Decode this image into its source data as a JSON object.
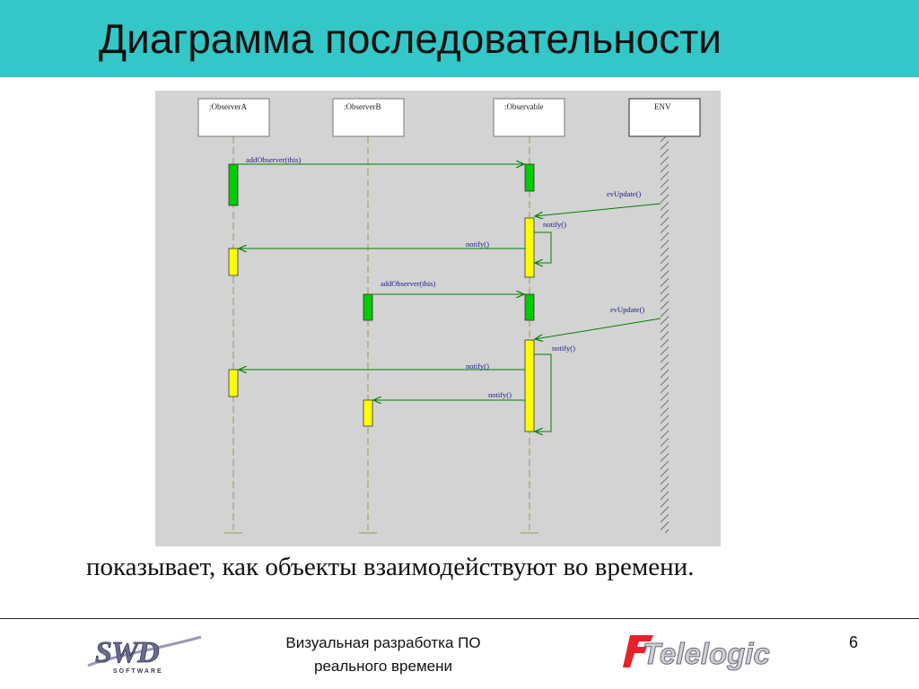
{
  "slide": {
    "title": "Диаграмма последовательности",
    "caption": "показывает, как объекты взаимодействуют во времени.",
    "footer_text": "Визуальная разработка ПО реального времени",
    "page_number": "6",
    "logo_left_text": "SWD",
    "logo_left_subtext": "SOFTWARE",
    "logo_right_text": "Telelogic"
  },
  "diagram": {
    "lifelines": [
      {
        "label": ":ObserverA"
      },
      {
        "label": ":ObserverB"
      },
      {
        "label": ":Observable"
      },
      {
        "label": "ENV"
      }
    ],
    "messages": [
      {
        "label": "addObserver(this)"
      },
      {
        "label": "evUpdate()"
      },
      {
        "label": "notify()"
      },
      {
        "label": "notify()"
      },
      {
        "label": "addObserver(this)"
      },
      {
        "label": "evUpdate()"
      },
      {
        "label": "notify()"
      },
      {
        "label": "notify()"
      },
      {
        "label": "notify()"
      }
    ],
    "colors": {
      "background": "#d3d3d3",
      "arrow": "#008000",
      "lifeline": "#8aa05a",
      "activation_green": "#00cc00",
      "activation_yellow": "#ffff00",
      "message_text": "#1c1c8c"
    }
  }
}
